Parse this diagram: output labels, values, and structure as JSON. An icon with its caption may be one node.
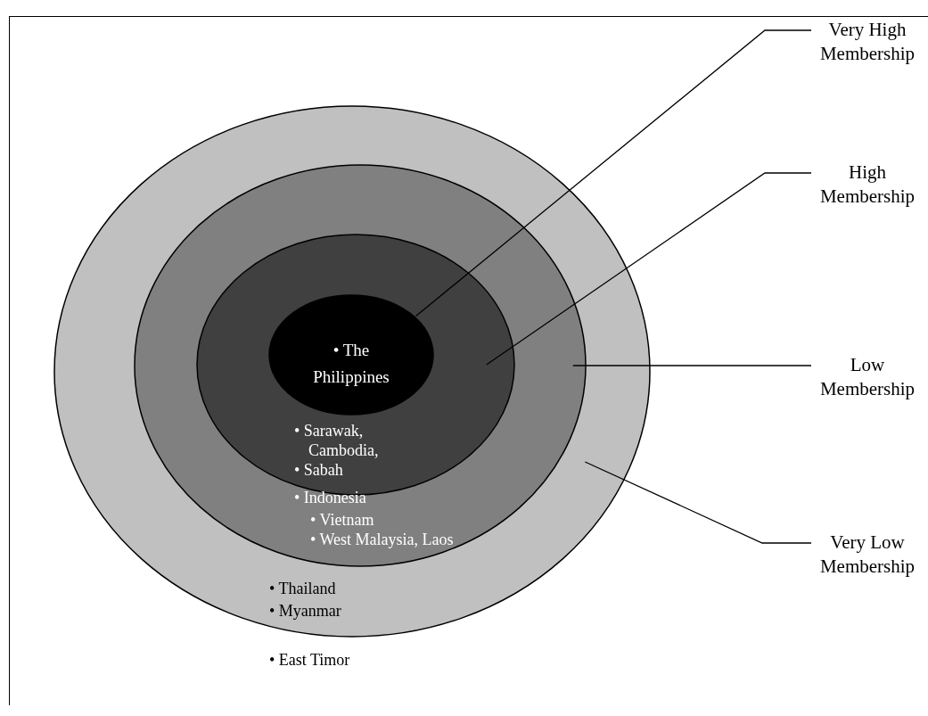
{
  "diagram": {
    "nodes": [
      {
        "text": [
          "• Thailand",
          "• Myanmar"
        ]
      },
      {
        "text": [
          "• Indonesia",
          "• Vietnam",
          "• West Malaysia, Laos"
        ],
        "in": 0
      },
      {
        "text": [
          "• Sarawak, Cambodia,",
          "• Sabah"
        ],
        "in": 1
      },
      {
        "text": [
          "• The Philippines"
        ],
        "in": 2
      },
      {
        "text": [
          "Very High Membership"
        ]
      },
      {
        "text": [
          "High Membership"
        ]
      },
      {
        "text": [
          "Low Membership"
        ]
      },
      {
        "text": [
          "Very Low Membership"
        ]
      }
    ],
    "edges": [
      {
        "from": 4,
        "to": 3,
        "arrow": "none"
      },
      {
        "from": 5,
        "to": 2,
        "arrow": "none"
      },
      {
        "from": 6,
        "to": 1,
        "arrow": "none"
      },
      {
        "from": 7,
        "to": 0,
        "arrow": "none"
      }
    ],
    "labels": [
      "• East Timor"
    ]
  }
}
